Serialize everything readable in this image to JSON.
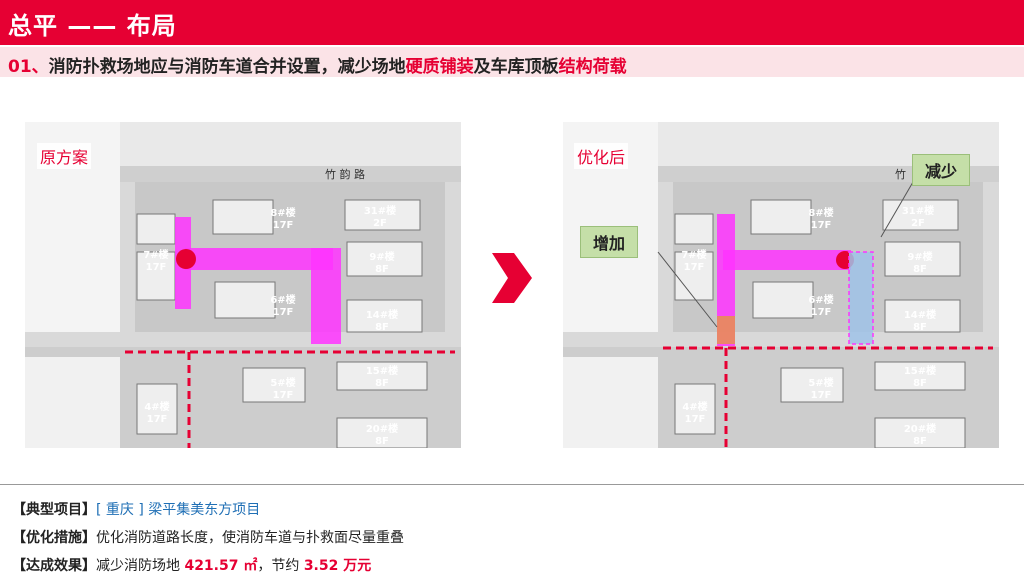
{
  "header": {
    "title": "总平 —— 布局"
  },
  "subtitle": {
    "num": "01、",
    "part1": "消防扑救场地应与消防车道合并设置，减少场地",
    "hl1": "硬质铺装",
    "part2": "及车库顶板",
    "hl2": "结构荷载"
  },
  "left_panel": {
    "label": "原方案",
    "road": "竹    韵    路",
    "buildings": [
      {
        "name": "8#楼",
        "floors": "17F"
      },
      {
        "name": "31#楼",
        "floors": "2F"
      },
      {
        "name": "7#楼",
        "floors": "17F"
      },
      {
        "name": "9#楼",
        "floors": "8F"
      },
      {
        "name": "6#楼",
        "floors": "17F"
      },
      {
        "name": "14#楼",
        "floors": "8F"
      },
      {
        "name": "15#楼",
        "floors": "8F"
      },
      {
        "name": "5#楼",
        "floors": "17F"
      },
      {
        "name": "4#楼",
        "floors": "17F"
      },
      {
        "name": "20#楼",
        "floors": "8F"
      }
    ]
  },
  "right_panel": {
    "label": "优化后",
    "road": "竹",
    "tag_increase": "增加",
    "tag_decrease": "减少",
    "buildings": [
      {
        "name": "8#楼",
        "floors": "17F"
      },
      {
        "name": "31#楼",
        "floors": "2F"
      },
      {
        "name": "7#楼",
        "floors": "17F"
      },
      {
        "name": "9#楼",
        "floors": "8F"
      },
      {
        "name": "6#楼",
        "floors": "17F"
      },
      {
        "name": "14#楼",
        "floors": "8F"
      },
      {
        "name": "15#楼",
        "floors": "8F"
      },
      {
        "name": "5#楼",
        "floors": "17F"
      },
      {
        "name": "4#楼",
        "floors": "17F"
      },
      {
        "name": "20#楼",
        "floors": "8F"
      }
    ]
  },
  "colors": {
    "brand_red": "#e60033",
    "magenta": "#ff33ff",
    "blue": "#1f6fb5",
    "tag_green": "#c5dfa8"
  },
  "footer": {
    "l1_label": "【典型项目】",
    "l1_value": "[ 重庆 ] 梁平集美东方项目",
    "l2_label": "【优化措施】",
    "l2_value": "优化消防道路长度，使消防车道与扑救面尽量重叠",
    "l3_label": "【达成效果】",
    "l3_pre": "减少消防场地",
    "l3_area": "421.57 ㎡",
    "l3_mid": "，节约",
    "l3_cost": "3.52 万元"
  }
}
